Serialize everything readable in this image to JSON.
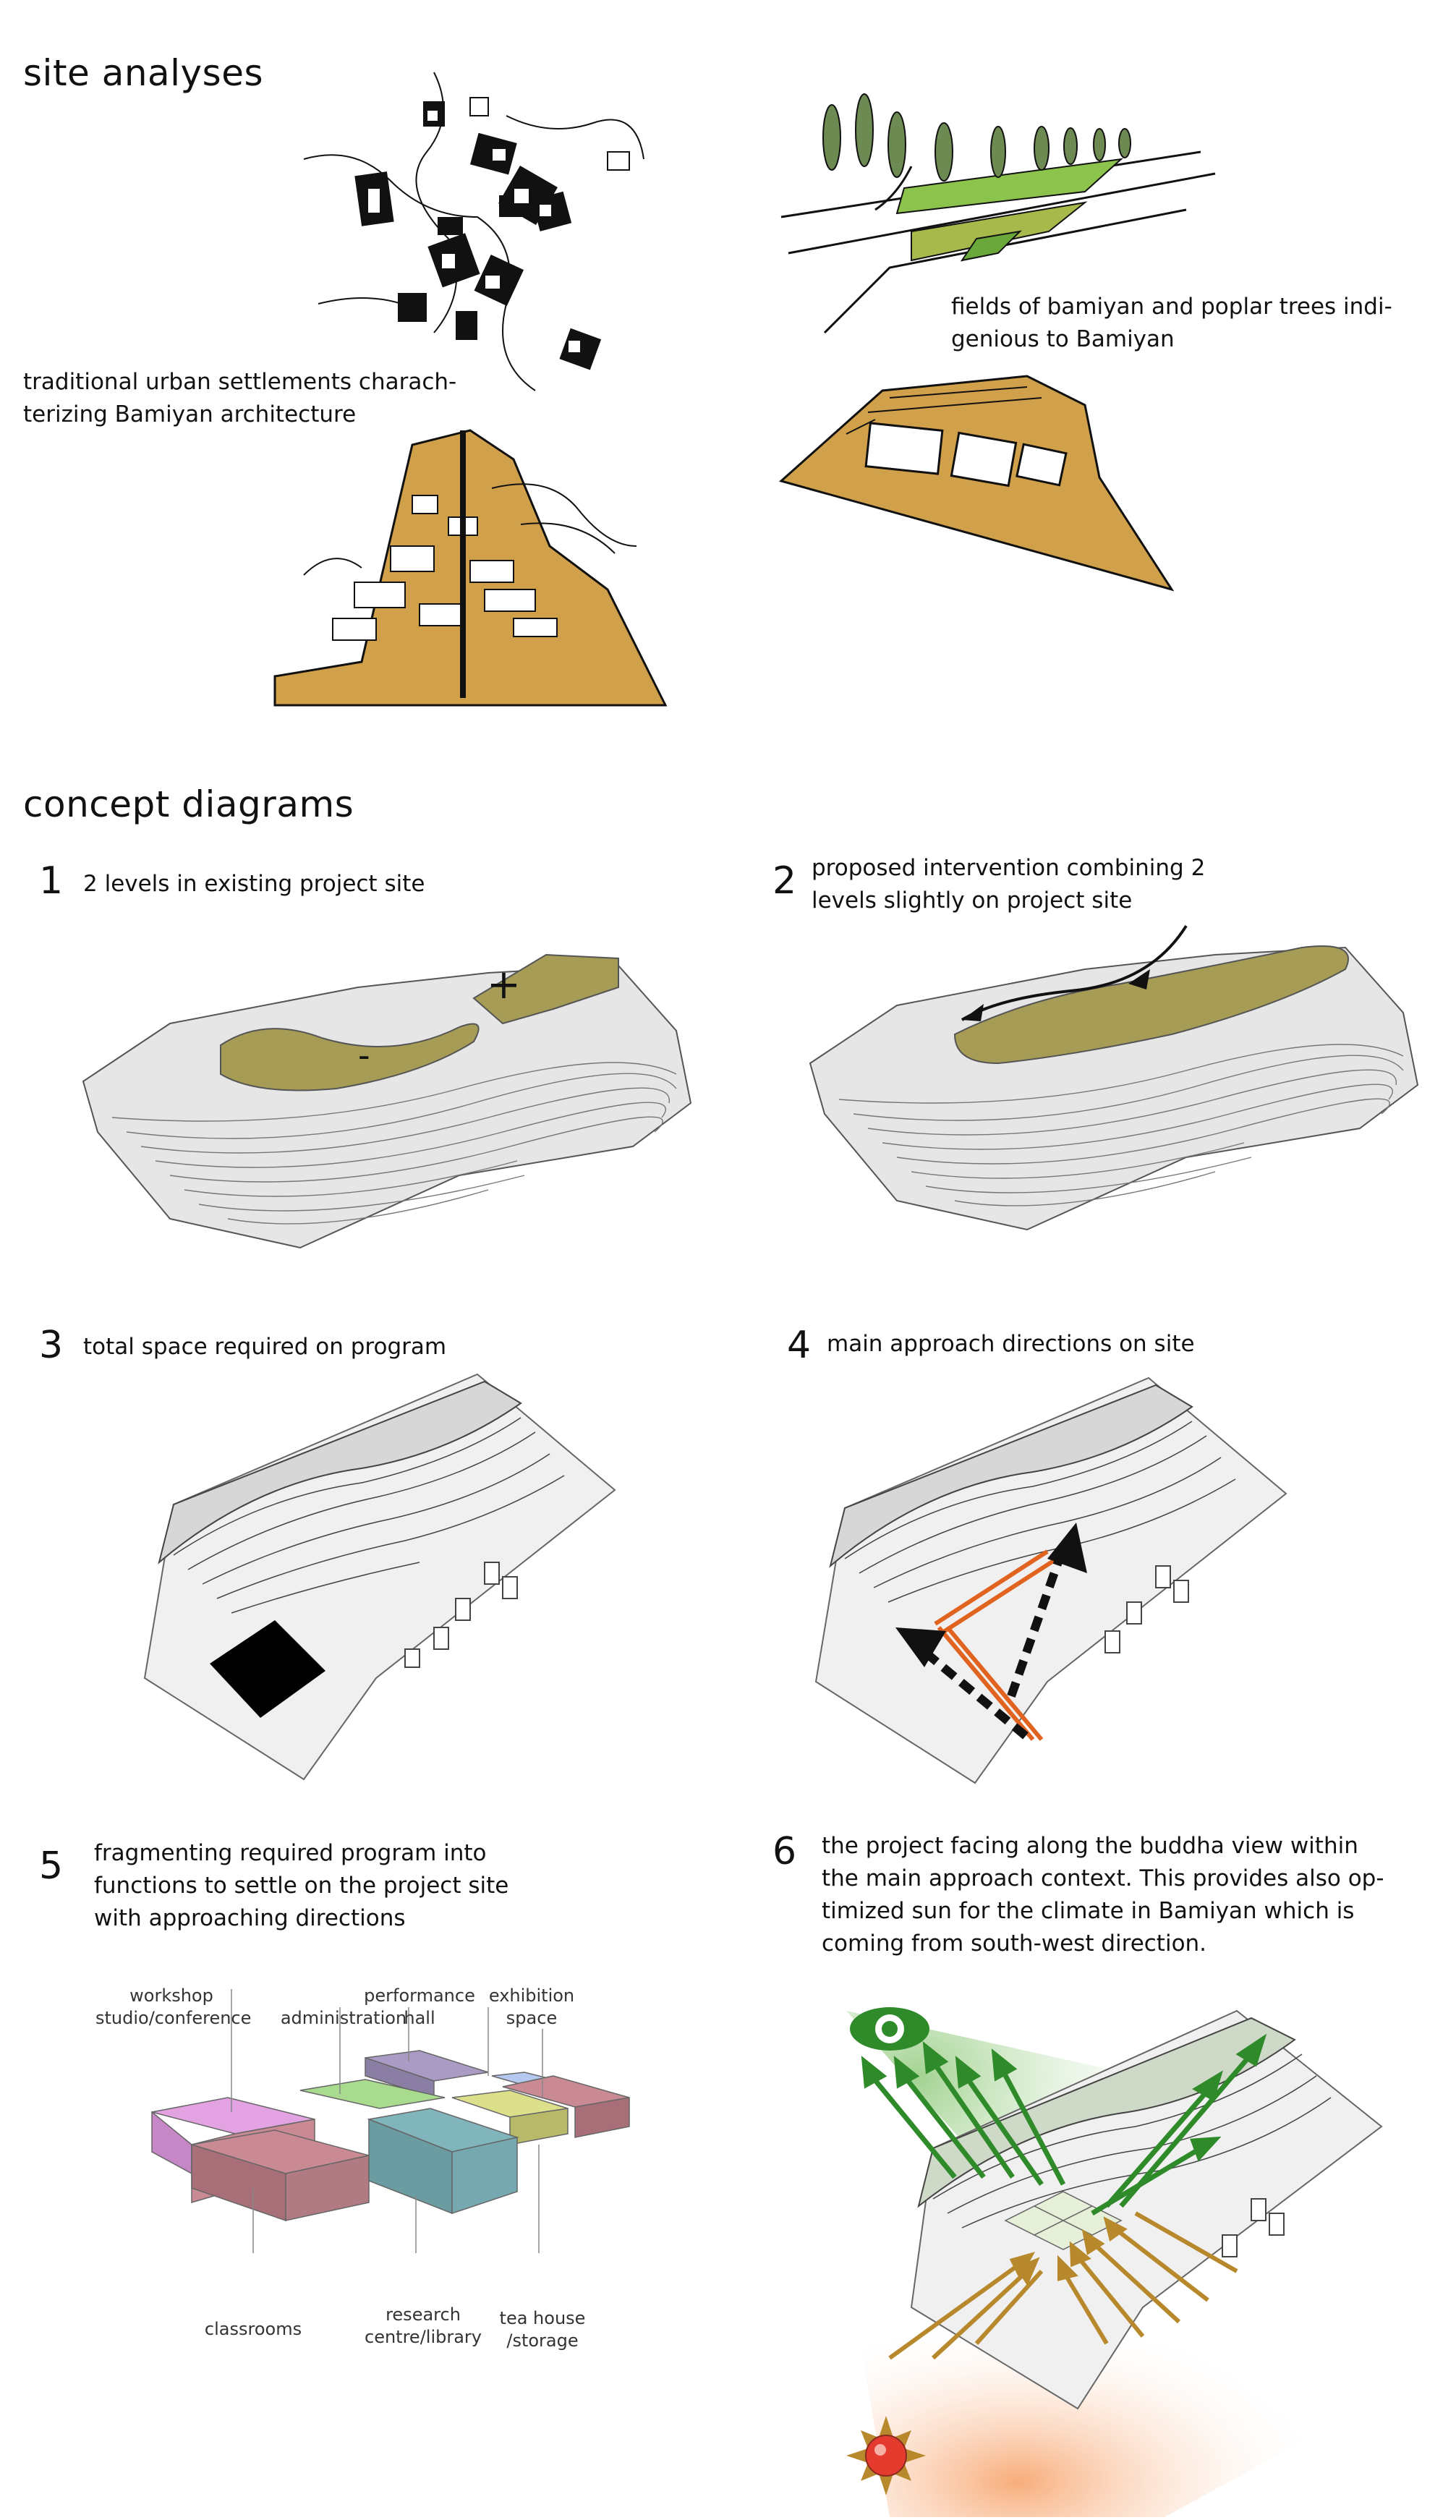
{
  "site_analyses": {
    "heading": "site analyses",
    "caption_left": [
      "traditional urban settlements charach-",
      "terizing Bamiyan architecture"
    ],
    "caption_right": [
      "fields of bamiyan and poplar trees indi-",
      "genious to Bamiyan"
    ]
  },
  "concept_diagrams": {
    "heading": "concept diagrams",
    "steps": [
      {
        "number": "1",
        "lines": [
          "2 levels in existing project site"
        ],
        "plus": "+",
        "minus": "-"
      },
      {
        "number": "2",
        "lines": [
          "proposed intervention combining 2",
          "levels slightly on project site"
        ]
      },
      {
        "number": "3",
        "lines": [
          "total space required on program"
        ]
      },
      {
        "number": "4",
        "lines": [
          "main approach directions on site"
        ]
      },
      {
        "number": "5",
        "lines": [
          "fragmenting required program into",
          "functions to settle on the project site",
          "with approaching directions"
        ]
      },
      {
        "number": "6",
        "lines": [
          "the project facing along the buddha view within",
          "the main approach context. This provides also op-",
          "timized sun for the climate in Bamiyan which is",
          "coming from south-west direction."
        ]
      }
    ],
    "program_labels": {
      "workshop": [
        "workshop",
        "studio/conference"
      ],
      "administration": [
        "administration"
      ],
      "performance": [
        "performance",
        "hall"
      ],
      "exhibition": [
        "exhibition",
        "space"
      ],
      "classrooms": [
        "classrooms"
      ],
      "research": [
        "research",
        "centre/library"
      ],
      "teahouse": [
        "tea house",
        "/storage"
      ]
    }
  },
  "colors": {
    "ochre": "#d0a04a",
    "olive": "#a79c55",
    "field_green": "#8cc34c",
    "arrow_orange": "#e0641f",
    "view_green": "#2f8a2a",
    "sun_arrow": "#b8892c",
    "pink": "#e3a3e3",
    "rose": "#c98a93",
    "light_green": "#a9db8f",
    "lavender": "#a99bc4",
    "teal": "#80b5bb",
    "yellow_green": "#dde08a",
    "pale_blue": "#b5c9f0"
  }
}
